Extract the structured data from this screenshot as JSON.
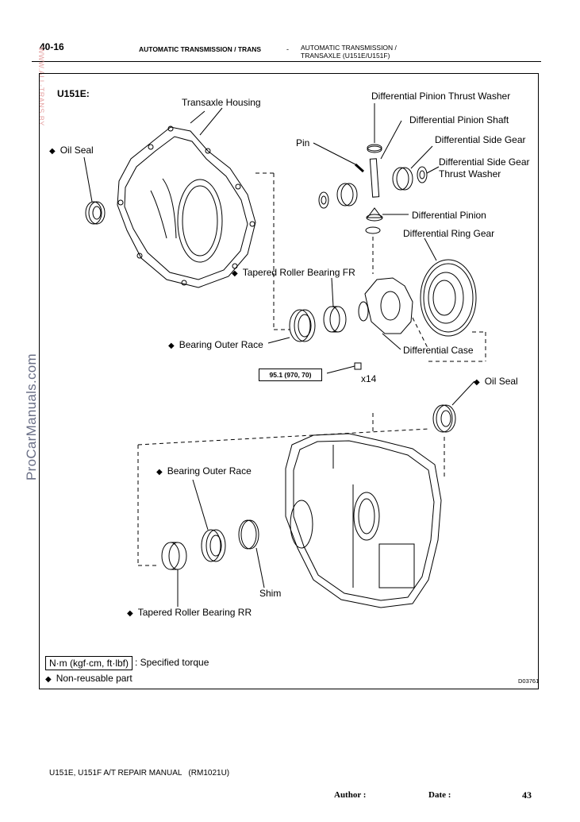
{
  "header": {
    "page_number": "40-16",
    "section_left": "AUTOMATIC TRANSMISSION / TRANS",
    "separator": "-",
    "section_right_line1": "AUTOMATIC TRANSMISSION /",
    "section_right_line2": "TRANSAXLE (U151E/U151F)"
  },
  "watermarks": {
    "side": "ProCarManuals.com",
    "top": "WWW.ALL-TRANS.BY"
  },
  "diagram": {
    "model_label": "U151E:",
    "labels": {
      "transaxle_housing": "Transaxle Housing",
      "oil_seal_left": "Oil Seal",
      "pin": "Pin",
      "pinion_thrust_washer": "Differential Pinion Thrust Washer",
      "pinion_shaft": "Differential Pinion Shaft",
      "side_gear": "Differential Side Gear",
      "side_gear_thrust_washer_line1": "Differential Side Gear",
      "side_gear_thrust_washer_line2": "Thrust Washer",
      "pinion": "Differential Pinion",
      "ring_gear": "Differential Ring Gear",
      "tapered_bearing_fr": "Tapered Roller Bearing FR",
      "bearing_outer_race_upper": "Bearing Outer Race",
      "differential_case": "Differential Case",
      "torque_spec": "95.1 (970, 70)",
      "bolt_qty": "x14",
      "oil_seal_right": "Oil Seal",
      "bearing_outer_race_lower": "Bearing Outer Race",
      "shim": "Shim",
      "tapered_bearing_rr": "Tapered Roller Bearing RR"
    },
    "legend": {
      "torque_unit": "N·m (kgf·cm, ft·lbf)",
      "torque_desc": ": Specified torque",
      "nonreusable": "Non-reusable part"
    },
    "figure_ref": "D03761"
  },
  "footer": {
    "manual": "U151E, U151F A/T REPAIR MANUAL   (RM1021U)",
    "author_label": "Author :",
    "date_label": "Date :",
    "page": "43"
  }
}
